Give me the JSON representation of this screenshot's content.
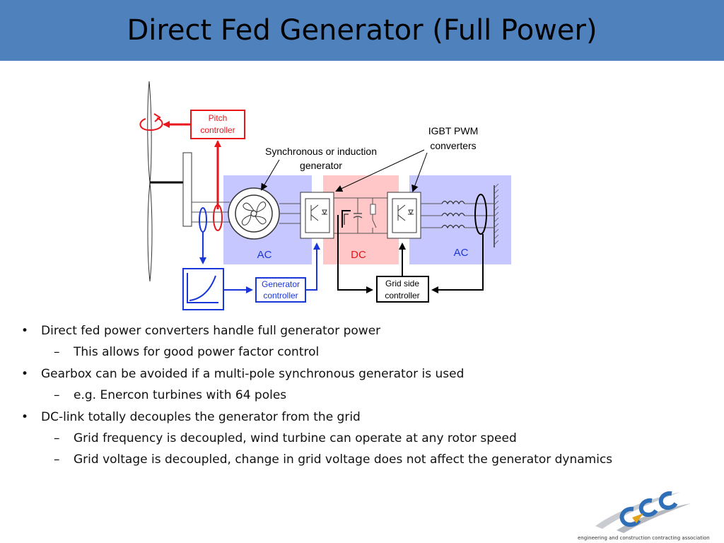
{
  "slide": {
    "title": "Direct Fed Generator (Full Power)"
  },
  "diagram": {
    "labels": {
      "pitch_controller": [
        "Pitch",
        "controller"
      ],
      "igbt": [
        "IGBT PWM",
        "converters"
      ],
      "generator": [
        "Synchronous or induction",
        "generator"
      ],
      "ac_left": "AC",
      "dc": "DC",
      "ac_right": "AC",
      "generator_controller": [
        "Generator",
        "controller"
      ],
      "grid_controller": [
        "Grid side",
        "controller"
      ]
    },
    "colors": {
      "pitch_red": "#e8161b",
      "control_blue": "#1936d8",
      "ac_panel": "#c7c7ff",
      "dc_panel": "#ffc7c7"
    }
  },
  "bullets": [
    {
      "level": 1,
      "marker": "•",
      "text": "Direct fed power converters handle full generator power"
    },
    {
      "level": 2,
      "marker": "–",
      "text": "This allows for good power factor control"
    },
    {
      "level": 1,
      "marker": "•",
      "text": "Gearbox can be avoided if a multi-pole synchronous generator is used"
    },
    {
      "level": 2,
      "marker": "–",
      "text": "e.g. Enercon turbines with 64 poles"
    },
    {
      "level": 1,
      "marker": "•",
      "text": "DC-link totally decouples the generator from the grid"
    },
    {
      "level": 2,
      "marker": "–",
      "text": "Grid frequency is decoupled, wind turbine can operate at any rotor speed"
    },
    {
      "level": 2,
      "marker": "–",
      "text": "Grid voltage is decoupled, change in grid voltage does not affect the generator dynamics"
    }
  ],
  "logo": {
    "tagline": "engineering and construction contracting association"
  }
}
